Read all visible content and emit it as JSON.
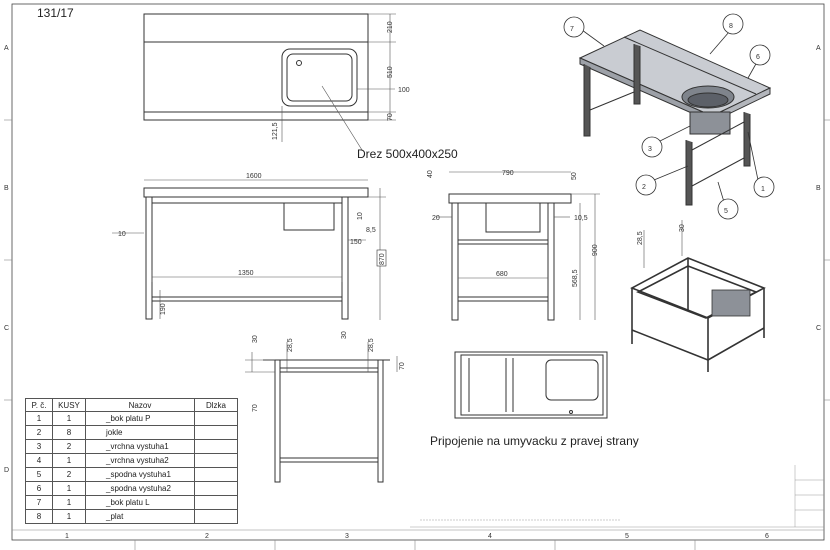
{
  "sheet": {
    "drawing_number": "131/17",
    "row_labels": [
      "A",
      "B",
      "C",
      "D"
    ],
    "col_labels": [
      "1",
      "2",
      "3",
      "4",
      "5",
      "6"
    ]
  },
  "notes": {
    "sink": "Drez 500x400x250",
    "connection": "Pripojenie na umyvacku z pravej strany"
  },
  "dimensions": {
    "top_210": "210",
    "top_510": "510",
    "top_70": "70",
    "top_100": "100",
    "top_121": "121,5",
    "front_1600": "1600",
    "front_10": "10",
    "front_1350": "1350",
    "front_150": "150",
    "front_85": "8,5",
    "front_870": "870",
    "front_190": "190",
    "front_30": "30",
    "front_10b": "10",
    "side_790": "790",
    "side_40": "40",
    "side_50": "50",
    "side_20": "20",
    "side_105": "10,5",
    "side_680": "680",
    "side_5685": "568,5",
    "side_900": "900",
    "det_30": "30",
    "det_285a": "28,5",
    "det_285b": "28,5",
    "det_70": "70",
    "det_70b": "70",
    "iso_285": "28,5",
    "iso_30": "30"
  },
  "balloons": [
    "7",
    "8",
    "6",
    "3",
    "2",
    "5",
    "1"
  ],
  "bom": {
    "headers": [
      "P. č.",
      "KUSY",
      "Nazov",
      "Dlzka"
    ],
    "rows": [
      {
        "no": "1",
        "qty": "1",
        "name": "_bok platu P",
        "len": ""
      },
      {
        "no": "2",
        "qty": "8",
        "name": "jokle",
        "len": ""
      },
      {
        "no": "3",
        "qty": "2",
        "name": "_vrchna vystuha1",
        "len": ""
      },
      {
        "no": "4",
        "qty": "1",
        "name": "_vrchna vystuha2",
        "len": ""
      },
      {
        "no": "5",
        "qty": "2",
        "name": "_spodna vystuha1",
        "len": ""
      },
      {
        "no": "6",
        "qty": "1",
        "name": "_spodna vystuha2",
        "len": ""
      },
      {
        "no": "7",
        "qty": "1",
        "name": "_bok platu L",
        "len": ""
      },
      {
        "no": "8",
        "qty": "1",
        "name": "_plat",
        "len": ""
      }
    ]
  }
}
